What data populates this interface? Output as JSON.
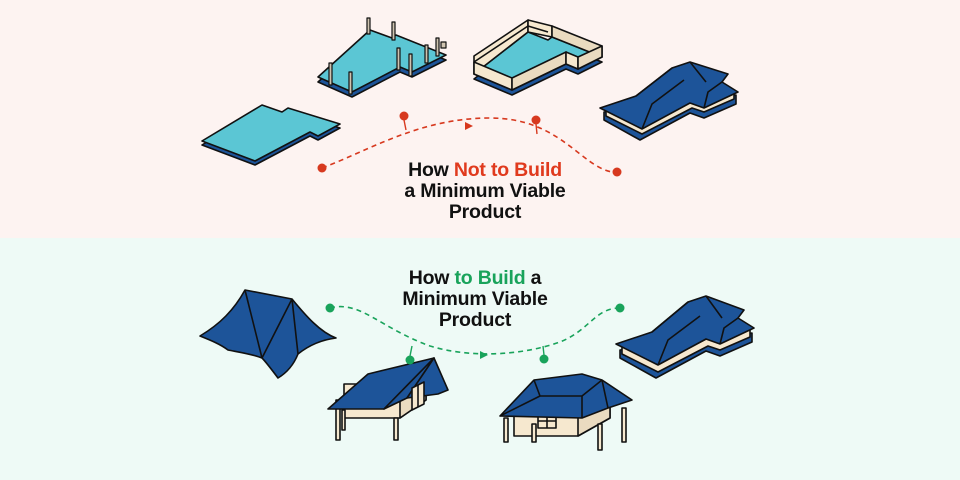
{
  "top": {
    "title": {
      "line1_prefix": "How ",
      "line1_highlight": "Not to Build",
      "line2": "a Minimum Viable",
      "line3": "Product"
    },
    "highlight_color": "#e03a1e",
    "background": "#fdf3f1",
    "stages": [
      "foundation-slab-icon",
      "foundation-with-pillars-icon",
      "walls-icon",
      "roofed-house-icon"
    ]
  },
  "bottom": {
    "title": {
      "line1_prefix": "How ",
      "line1_highlight": "to Build",
      "line1_suffix": " a",
      "line2": "Minimum Viable",
      "line3": "Product"
    },
    "highlight_color": "#19a35b",
    "background": "#eefaf6",
    "stages": [
      "tarp-tent-icon",
      "cabin-icon",
      "small-house-icon",
      "roofed-house-icon"
    ]
  },
  "colors": {
    "roof_blue": "#1d5499",
    "pool_cyan": "#5bc6d4",
    "wall_cream": "#f6e8cf",
    "outline": "#111111"
  }
}
